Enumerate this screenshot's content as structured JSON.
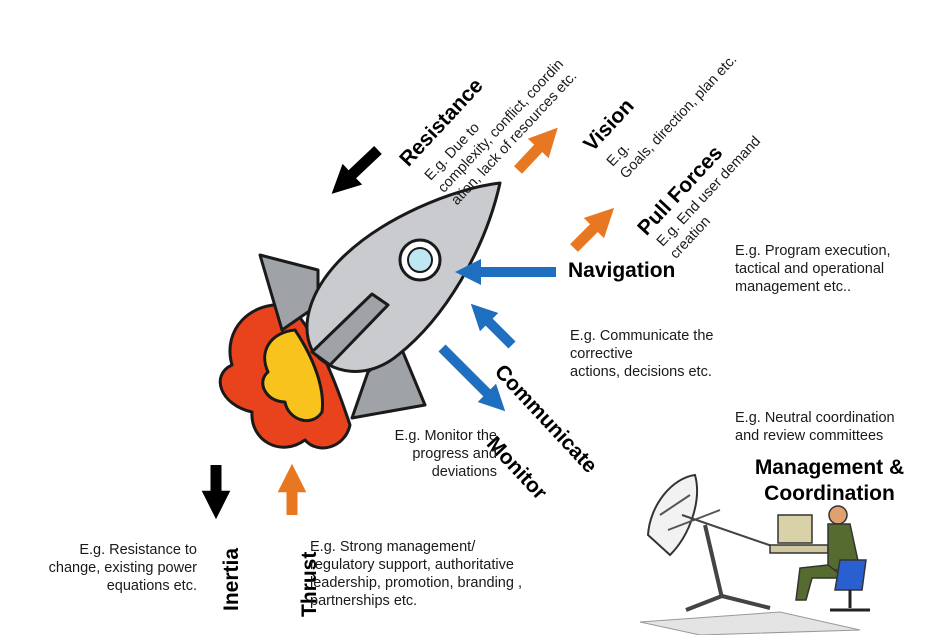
{
  "resistance": {
    "title": "Resistance",
    "desc": "E.g. Due to\ncomplexity, conflict, coordin\nation,  lack of resources etc."
  },
  "vision": {
    "title": "Vision",
    "desc": "E.g.\nGoals, direction, plan etc."
  },
  "pull_forces": {
    "title": "Pull Forces",
    "desc": "E.g. End user demand\ncreation"
  },
  "navigation": {
    "title": "Navigation",
    "desc": "E.g. Program execution,\ntactical and operational\nmanagement etc.."
  },
  "communicate": {
    "title": "Communicate",
    "desc": "E.g. Communicate the\ncorrective\nactions, decisions etc."
  },
  "monitor": {
    "title": "Monitor",
    "desc": "E.g. Monitor the\nprogress and\ndeviations"
  },
  "management": {
    "title": "Management &\nCoordination",
    "desc": "E.g. Neutral coordination\nand review committees"
  },
  "inertia": {
    "title": "Inertia",
    "desc": "E.g. Resistance to\nchange,  existing power\nequations etc."
  },
  "thrust": {
    "title": "Thrust",
    "desc": "E.g. Strong management/\nregulatory support, authoritative\nleadership, promotion, branding ,\npartnerships etc."
  },
  "colors": {
    "orange": "#e87722",
    "blue": "#1f6fc1",
    "black": "#000000",
    "rocket": "#c9cbcf",
    "flame_outer": "#e8431c",
    "flame_inner": "#f9c31e"
  },
  "icons": [
    "rocket-icon",
    "satellite-dish-icon",
    "operator-at-computer-icon"
  ]
}
